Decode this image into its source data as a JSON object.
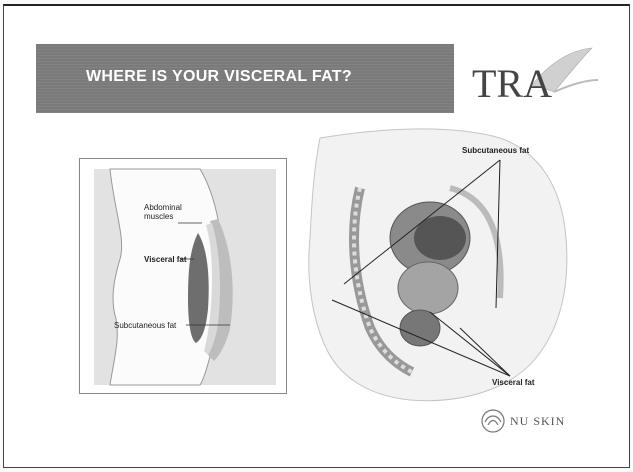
{
  "slide": {
    "title": "WHERE IS YOUR VISCERAL FAT?"
  },
  "logos": {
    "tra": "TRA",
    "nuskin": "NU SKIN"
  },
  "left_diagram": {
    "labels": {
      "abdominal_line1": "Abdominal",
      "abdominal_line2": "muscles",
      "visceral": "Visceral fat",
      "subcutaneous": "Subcutaneous fat"
    }
  },
  "right_diagram": {
    "labels": {
      "subcutaneous": "Subcutaneous fat",
      "visceral": "Visceral fat"
    }
  },
  "colors": {
    "banner": "#7a7a7a",
    "banner_text": "#ffffff",
    "visceral_fill": "#6e6e6e"
  }
}
